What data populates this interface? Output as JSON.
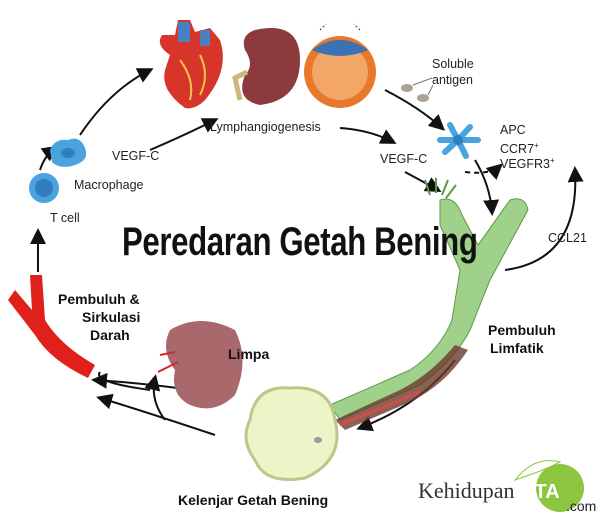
{
  "title": "Peredaran Getah Bening",
  "labels": {
    "lymphangiogenesis": "Lymphangiogenesis",
    "vegf_c_left": "VEGF-C",
    "vegf_c_right": "VEGF-C",
    "macrophage": "Macrophage",
    "t_cell": "T cell",
    "soluble_antigen_1": "Soluble",
    "soluble_antigen_2": "antigen",
    "apc": "APC",
    "ccr7": "CCR7",
    "vegfr3": "VEGFR3",
    "plus": "+",
    "ccl21": "CCL21",
    "pembuluh_limfatik_1": "Pembuluh",
    "pembuluh_limfatik_2": "Limfatik",
    "limpa": "Limpa",
    "pembuluh_darah_1": "Pembuluh &",
    "pembuluh_darah_2": "Sirkulasi",
    "pembuluh_darah_3": "Darah",
    "kelenjar": "Kelenjar Getah Bening"
  },
  "logo": {
    "text": "Kehidupan",
    "accent": "KITA",
    "suffix": ".com",
    "color": "#8cc63f"
  },
  "colors": {
    "lymph_vessel": "#9fd18a",
    "blood_vessel": "#e0201b",
    "cell_blue": "#4aa3df",
    "arrow": "#111111"
  }
}
